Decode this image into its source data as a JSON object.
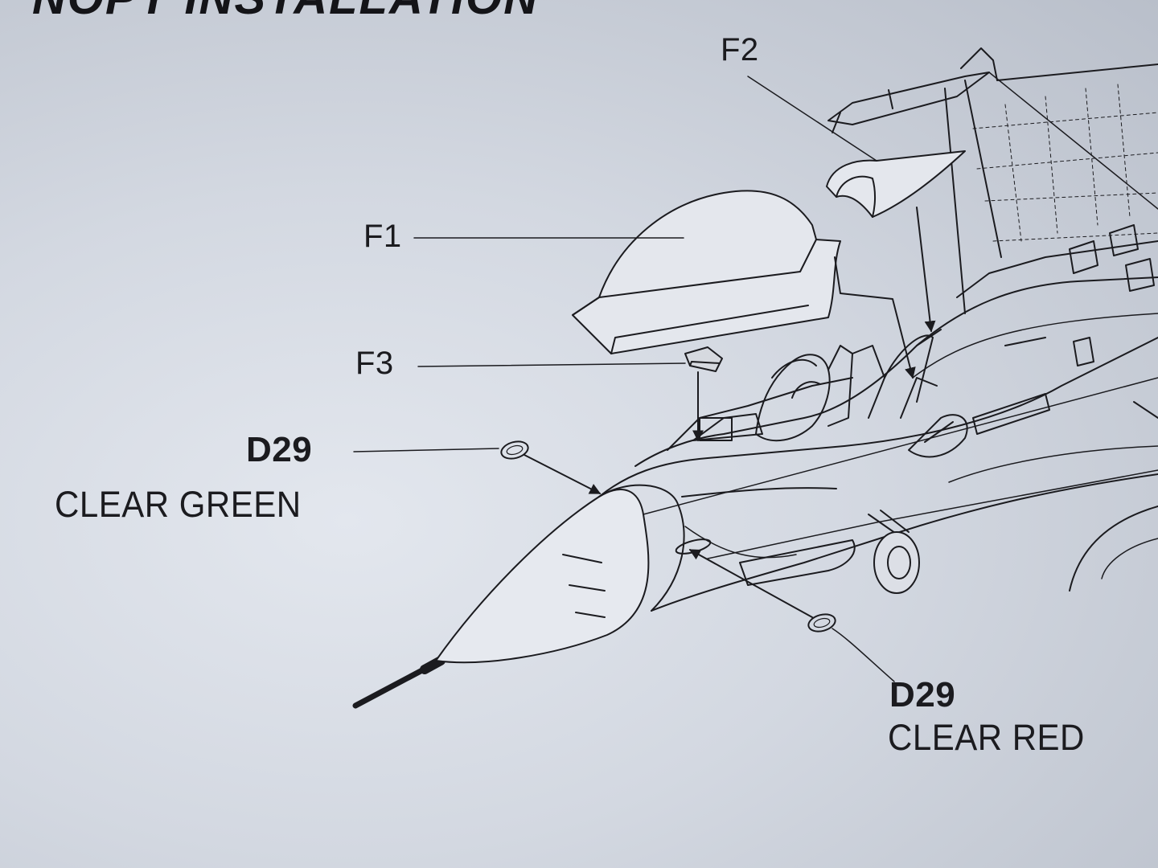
{
  "sheet": {
    "title": "NOPY INSTALLATION",
    "ink_color": "#1b1b1f",
    "paper_color": "#dadee6"
  },
  "callouts": {
    "f1": "F1",
    "f2": "F2",
    "f3": "F3",
    "d29_green_part": "D29",
    "d29_green_color": "CLEAR GREEN",
    "d29_red_part": "D29",
    "d29_red_color": "CLEAR RED"
  }
}
